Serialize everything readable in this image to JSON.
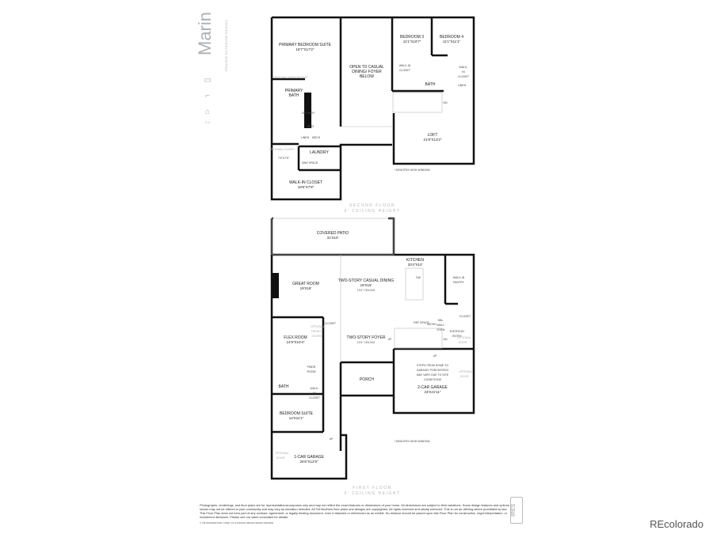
{
  "plan": {
    "title": "Marin",
    "subtitle": "PRAIRIE EXTERIOR DESIGN",
    "elevation_icons": [
      "sofa-icon",
      "bathtub-icon",
      "garage-icon"
    ],
    "elevation_icon_label": "2-4"
  },
  "second_floor": {
    "name": "SECOND FLOOR",
    "ceiling": "9' CEILING HEIGHT",
    "high_window_note": "* DENOTES HIGH WINDOW",
    "rooms": [
      {
        "name": "PRIMARY BEDROOM SUITE",
        "dim": "18'7\"X17'2\""
      },
      {
        "name": "OPEN TO CASUAL DINING/ FOYER BELOW",
        "dim": ""
      },
      {
        "name": "BEDROOM 3",
        "dim": "11'1\"X10'7\""
      },
      {
        "name": "BEDROOM 4",
        "dim": "11'1\"X11'1\""
      },
      {
        "name": "WALK-IN CLOSET",
        "dim": ""
      },
      {
        "name": "WALK-IN CLOSET",
        "dim": ""
      },
      {
        "name": "BATH",
        "dim": ""
      },
      {
        "name": "LINEN",
        "dim": ""
      },
      {
        "name": "PRIMARY BATH",
        "dim": ""
      },
      {
        "name": "SHOWER",
        "dim": ""
      },
      {
        "name": "SEAT",
        "dim": ""
      },
      {
        "name": "LINEN",
        "dim": ""
      },
      {
        "name": "MECH",
        "dim": ""
      },
      {
        "name": "LAUNDRY",
        "dim": ""
      },
      {
        "name": "LOFT",
        "dim": "21'9\"X13'2\""
      },
      {
        "name": "WALK-IN CLOSET",
        "dim": "18'5\"X7'8\""
      }
    ],
    "misc": {
      "dn": "DN",
      "primary_closet_dim": "7'6\"X7'5\"",
      "optional_window_seat": "OPTIONAL WINDOW SEAT",
      "optional_closet": "OPTIONAL CLOSET",
      "sink_space": "SINK SPACE"
    }
  },
  "first_floor": {
    "name": "FIRST FLOOR",
    "ceiling": "9' CEILING HEIGHT",
    "high_window_note": "* DENOTES HIGH WINDOW",
    "rooms": [
      {
        "name": "COVERED PATIO",
        "dim": "31'X10'",
        "sub": ""
      },
      {
        "name": "GREAT ROOM",
        "dim": "19'X18'",
        "sub": ""
      },
      {
        "name": "TWO-STORY CASUAL DINING",
        "dim": "18'X15'",
        "sub": "19'3\" CEILING"
      },
      {
        "name": "KITCHEN",
        "dim": "20'4\"X10'",
        "sub": ""
      },
      {
        "name": "WALK-IN PANTRY",
        "dim": "",
        "sub": ""
      },
      {
        "name": "CLOSET",
        "dim": "",
        "sub": ""
      },
      {
        "name": "FLEX ROOM",
        "dim": "14'9\"X10'4\"",
        "sub": ""
      },
      {
        "name": "CLOSET",
        "dim": "",
        "sub": ""
      },
      {
        "name": "TWO-STORY FOYER",
        "dim": "",
        "sub": "19'3\" CEILING"
      },
      {
        "name": "EVERYDAY ENTRY",
        "dim": "",
        "sub": ""
      },
      {
        "name": "PWDR ROOM",
        "dim": "",
        "sub": ""
      },
      {
        "name": "BATH",
        "dim": "",
        "sub": ""
      },
      {
        "name": "WALK-IN CLOSET",
        "dim": "",
        "sub": ""
      },
      {
        "name": "PORCH",
        "dim": "",
        "sub": ""
      },
      {
        "name": "2-CAR GARAGE",
        "dim": "23'X21'11\"",
        "sub": ""
      },
      {
        "name": "BEDROOM SUITE",
        "dim": "14'X11'1\"",
        "sub": ""
      },
      {
        "name": "1-CAR GARAGE",
        "dim": "20'5\"X12'9\"",
        "sub": ""
      }
    ],
    "misc": {
      "dw": "DW",
      "ref_space": "REF SPACE",
      "micro": "MICRO",
      "dbl_wall_oven": "DBL WALL OVEN",
      "up": "UP",
      "dn": "DN",
      "up2": "UP",
      "up3": "UP",
      "garage_note": "STEPS FROM HOME TO GARAGE/ PORCH/PATIO MAY VARY DUE TO SITE CONDITIONS",
      "optional_door": "OPTIONAL DOOR",
      "optional_door2": "OPTIONAL DOOR",
      "optional_door3": "OPTIONAL DOOR",
      "optional_french_doors": "OPTIONAL FRENCH DOORS"
    }
  },
  "footer": {
    "disclaimer": "Photographs, renderings, and floor plans are for representational purposes only and may not reflect the exact features or dimensions of your home. All dimensions are subject to field variations. Some design features and options shown may not be offered in your community and may vary by elevation selected. All Toll Brothers floor plans and designs are copyrighted. All rights reserved and strictly enforced. This is not an offering where prohibited by law. This Floor Plan does not form part of any contract, agreement, or legally binding document, even if attached or referenced as an exhibit. No reliance should be placed upon this Floor Plan for construction, legal interpretation, or investment decisions. Please see our sales consultant for details.",
    "code": "© TB PROPRIETARY CORP. 2/1 2T33/023/ 08/2024 MARIN PRAIRIE",
    "ires_badge": "IRES",
    "brand": "REcolorado"
  }
}
